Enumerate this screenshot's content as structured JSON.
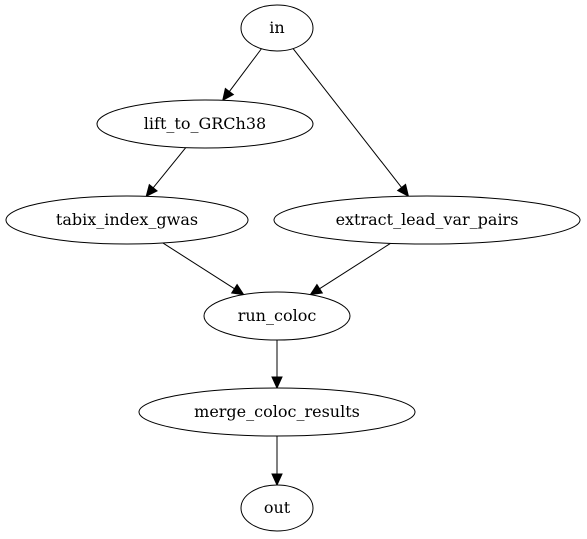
{
  "graph": {
    "nodes": [
      {
        "id": "in",
        "label": "in"
      },
      {
        "id": "lift_to_GRCh38",
        "label": "lift_to_GRCh38"
      },
      {
        "id": "tabix_index_gwas",
        "label": "tabix_index_gwas"
      },
      {
        "id": "extract_lead_var_pairs",
        "label": "extract_lead_var_pairs"
      },
      {
        "id": "run_coloc",
        "label": "run_coloc"
      },
      {
        "id": "merge_coloc_results",
        "label": "merge_coloc_results"
      },
      {
        "id": "out",
        "label": "out"
      }
    ],
    "edges": [
      {
        "from": "in",
        "to": "lift_to_GRCh38"
      },
      {
        "from": "in",
        "to": "extract_lead_var_pairs"
      },
      {
        "from": "lift_to_GRCh38",
        "to": "tabix_index_gwas"
      },
      {
        "from": "tabix_index_gwas",
        "to": "run_coloc"
      },
      {
        "from": "extract_lead_var_pairs",
        "to": "run_coloc"
      },
      {
        "from": "run_coloc",
        "to": "merge_coloc_results"
      },
      {
        "from": "merge_coloc_results",
        "to": "out"
      }
    ]
  }
}
